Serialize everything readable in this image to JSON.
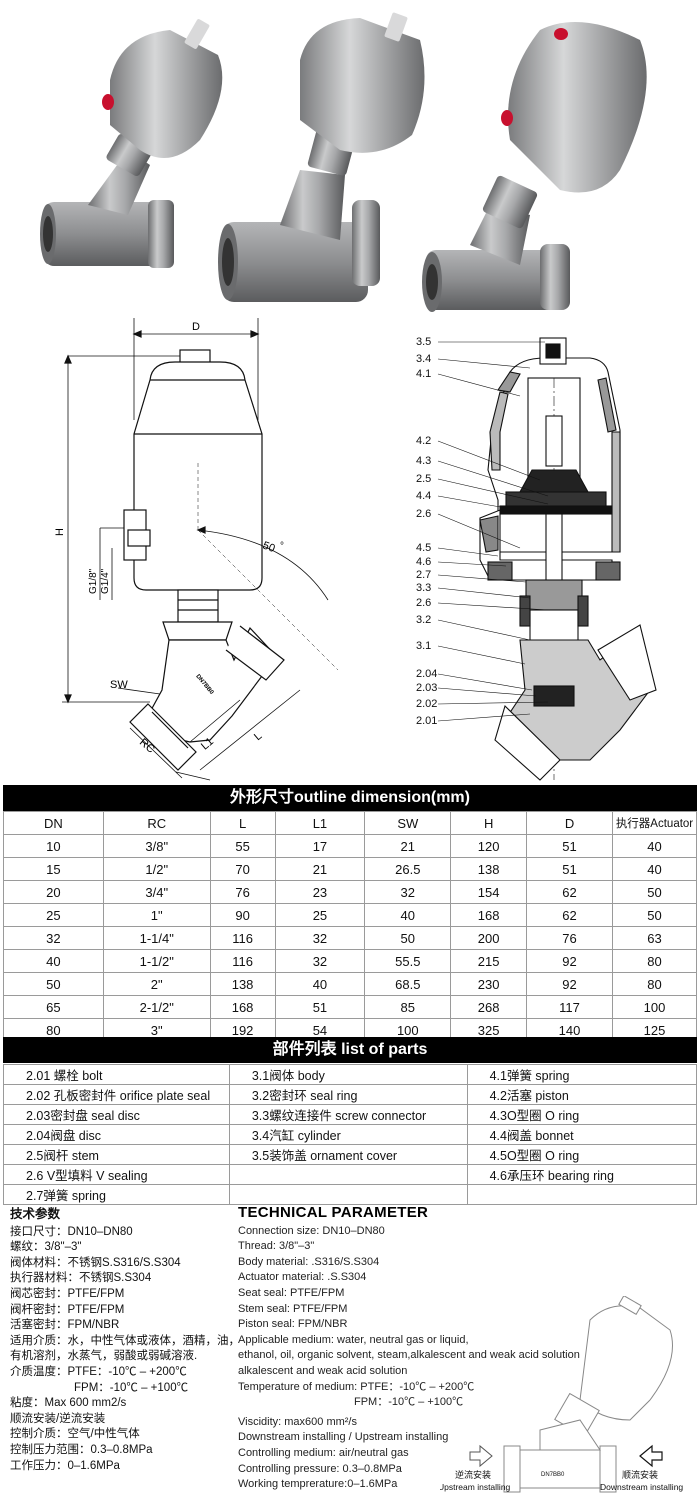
{
  "drawing_left": {
    "D": "D",
    "H": "H",
    "G18": "G1/8\"",
    "G14": "G1/4\"",
    "angle": "50",
    "deg": "°",
    "SW": "SW",
    "RC": "RC",
    "L1": "L1",
    "L": "L",
    "body_mark": "DN7BB0"
  },
  "drawing_right": {
    "labels": [
      "3.5",
      "3.4",
      "4.1",
      "4.2",
      "4.3",
      "2.5",
      "4.4",
      "2.6",
      "4.5",
      "4.6",
      "2.7",
      "3.3",
      "2.6",
      "3.2",
      "3.1",
      "2.04",
      "2.03",
      "2.02",
      "2.01"
    ]
  },
  "dimension_table": {
    "title": "外形尺寸outline dimension(mm)",
    "headers": [
      "DN",
      "RC",
      "L",
      "L1",
      "SW",
      "H",
      "D",
      "执行器Actuator"
    ],
    "rows": [
      [
        "10",
        "3/8\"",
        "55",
        "17",
        "21",
        "120",
        "51",
        "40"
      ],
      [
        "15",
        "1/2\"",
        "70",
        "21",
        "26.5",
        "138",
        "51",
        "40"
      ],
      [
        "20",
        "3/4\"",
        "76",
        "23",
        "32",
        "154",
        "62",
        "50"
      ],
      [
        "25",
        "1\"",
        "90",
        "25",
        "40",
        "168",
        "62",
        "50"
      ],
      [
        "32",
        "1-1/4\"",
        "116",
        "32",
        "50",
        "200",
        "76",
        "63"
      ],
      [
        "40",
        "1-1/2\"",
        "116",
        "32",
        "55.5",
        "215",
        "92",
        "80"
      ],
      [
        "50",
        "2\"",
        "138",
        "40",
        "68.5",
        "230",
        "92",
        "80"
      ],
      [
        "65",
        "2-1/2\"",
        "168",
        "51",
        "85",
        "268",
        "117",
        "100"
      ],
      [
        "80",
        "3\"",
        "192",
        "54",
        "100",
        "325",
        "140",
        "125"
      ]
    ]
  },
  "parts_table": {
    "title": "部件列表 list of parts",
    "rows": [
      [
        "2.01 螺栓 bolt",
        "3.1阀体 body",
        "4.1弹簧 spring"
      ],
      [
        "2.02 孔板密封件 orifice plate seal",
        "3.2密封环 seal ring",
        "4.2活塞 piston"
      ],
      [
        "2.03密封盘 seal disc",
        "3.3螺纹连接件 screw connector",
        "4.3O型圈  O ring"
      ],
      [
        "2.04阀盘 disc",
        "3.4汽缸 cylinder",
        "4.4阀盖 bonnet"
      ],
      [
        "2.5阀杆 stem",
        "3.5装饰盖 ornament cover",
        "4.5O型圈  O ring"
      ],
      [
        "2.6 V型填料  V sealing",
        "",
        "4.6承压环 bearing ring"
      ],
      [
        "2.7弹簧 spring",
        "",
        ""
      ]
    ]
  },
  "tech_cn": {
    "title": "技术参数",
    "lines": [
      "接口尺寸：DN10–DN80",
      "螺纹：3/8\"–3\"",
      "阀体材料：不锈钢S.S316/S.S304",
      "执行器材料：不锈钢S.S304",
      "阀芯密封：PTFE/FPM",
      "阀杆密封：PTFE/FPM",
      "活塞密封：FPM/NBR",
      "适用介质：水，中性气体或液体，酒精，油，",
      "有机溶剂，水蒸气，弱酸或弱碱溶液.",
      "介质温度：PTFE：-10℃ – +200℃",
      "FPM：-10℃ – +100℃",
      "粘度：Max 600 mm2/s",
      "顺流安装/逆流安装",
      "控制介质：空气/中性气体",
      "控制压力范围：0.3–0.8MPa",
      "工作压力：0–1.6MPa"
    ]
  },
  "tech_en": {
    "title": "TECHNICAL PARAMETER",
    "lines": [
      "Connection size: DN10–DN80",
      "Thread:  3/8\"–3\"",
      "Body material: .S316/S.S304",
      "Actuator material: .S.S304",
      "Seat seal: PTFE/FPM",
      "Stem seal: PTFE/FPM",
      "Piston seal: FPM/NBR",
      "Applicable medium: water, neutral gas or liquid,",
      "ethanol, oil, organic solvent, steam,alkalescent and weak acid solution",
      "alkalescent and weak acid solution",
      "Temperature of medium: PTFE：-10℃ – +200℃",
      "FPM：-10℃ – +100℃",
      "Viscidity: max600 mm²/s",
      "Downstream installing / Upstream installing",
      "Controlling medium: air/neutral gas",
      "Controlling pressure: 0.3–0.8MPa",
      "Working temprerature:0–1.6MPa"
    ]
  },
  "install": {
    "up_cn": "逆流安装",
    "up_en": "Upstream installing",
    "down_cn": "顺流安装",
    "down_en": "Downstream installing",
    "mark": "DN7BB0"
  }
}
